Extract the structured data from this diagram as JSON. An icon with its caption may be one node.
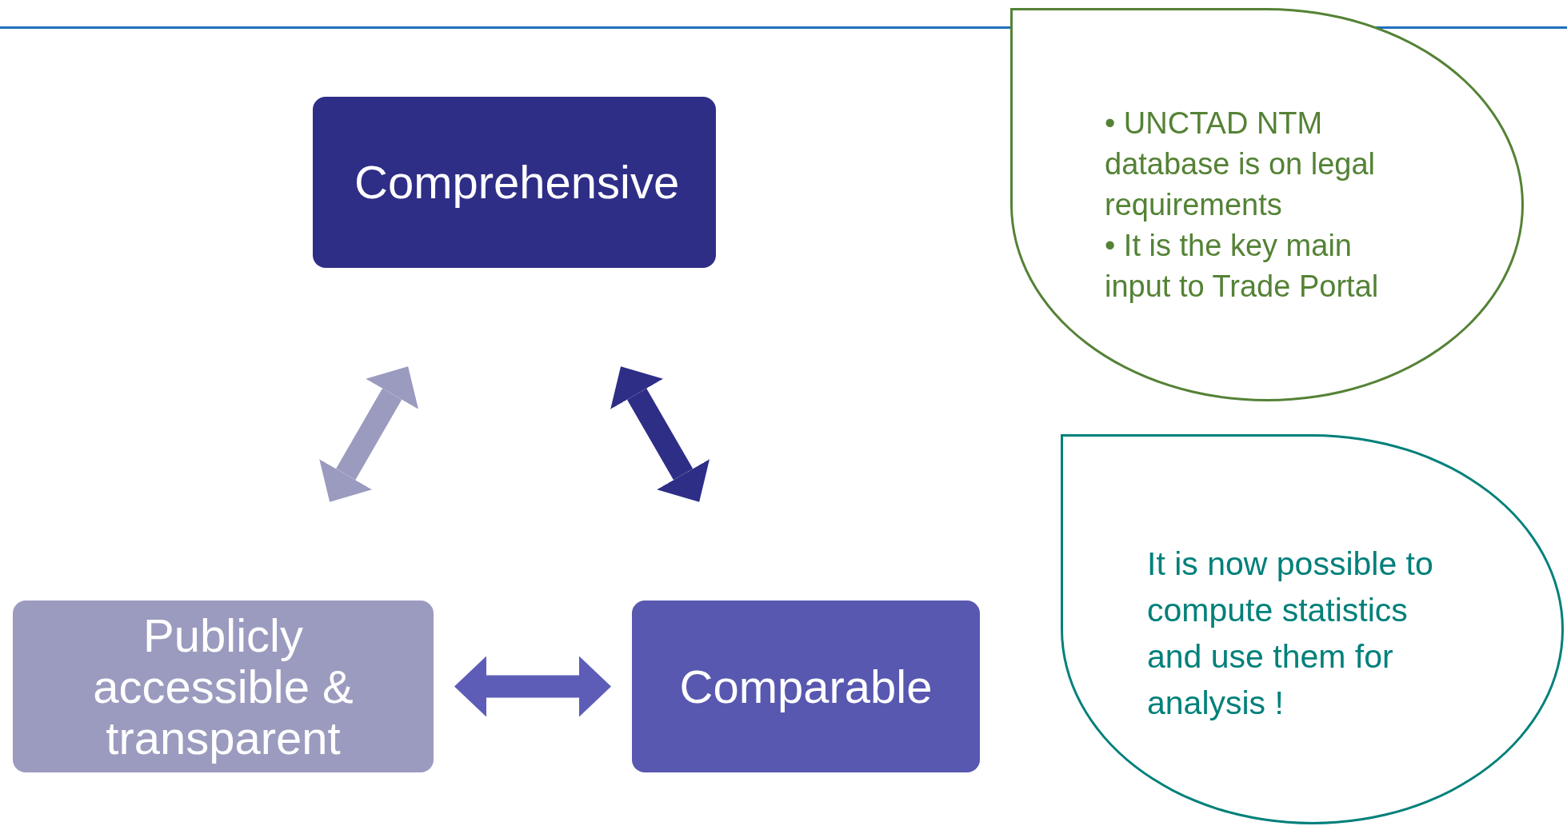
{
  "diagram": {
    "nodes": [
      {
        "text": [
          "Comprehensive"
        ]
      },
      {
        "text": [
          "Publicly accessible & transparent"
        ]
      },
      {
        "text": [
          "Comparable"
        ]
      },
      {
        "text": [
          "• UNCTAD NTM database is on legal requirements",
          "•  It is the key main input to Trade Portal"
        ]
      },
      {
        "text": [
          "It is now possible to compute statistics and use them for analysis !"
        ]
      }
    ],
    "edges": [
      {
        "from": 1,
        "to": 0,
        "arrow": "both",
        "color": "#9b9bc0"
      },
      {
        "from": 0,
        "to": 2,
        "arrow": "both",
        "color": "#2e2e87"
      },
      {
        "from": 1,
        "to": 2,
        "arrow": "both",
        "color": "#5d5db8"
      }
    ]
  }
}
